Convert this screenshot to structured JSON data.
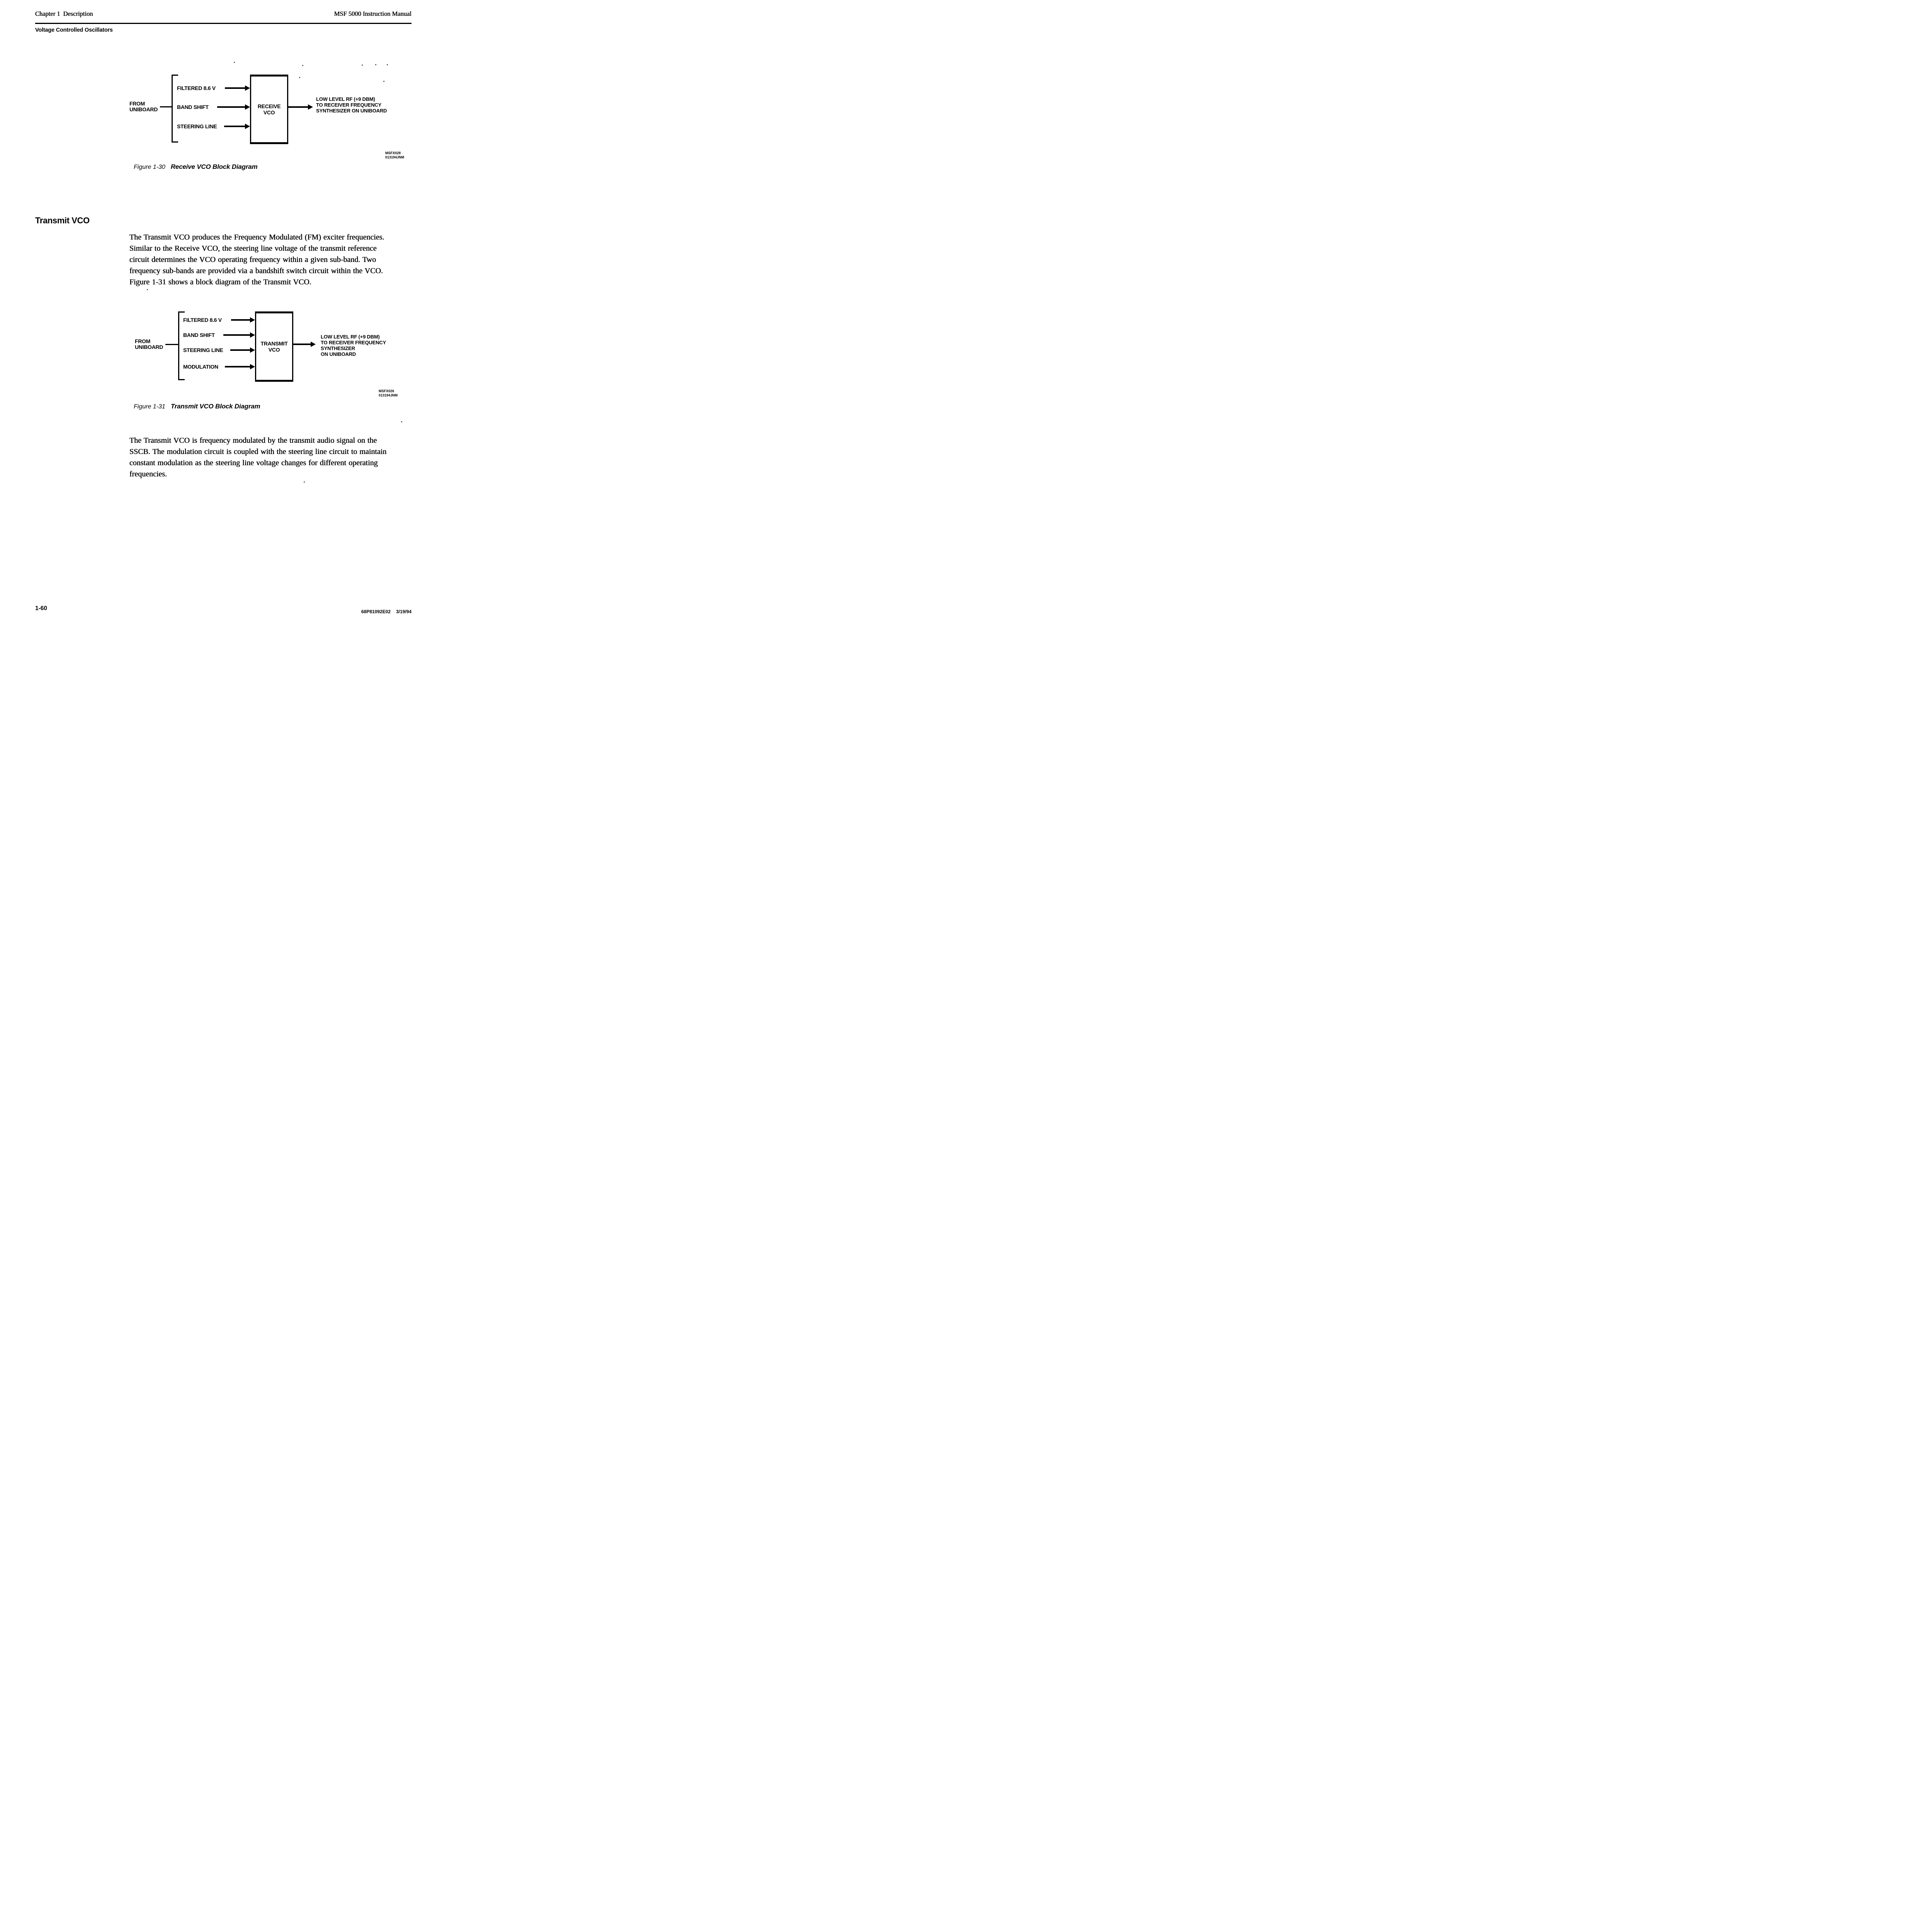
{
  "header": {
    "chapter_label": "Chapter 1",
    "chapter_title": "Description",
    "manual_title": "MSF 5000 Instruction Manual",
    "section": "Voltage Controlled Oscillators"
  },
  "figure30": {
    "source_line1": "FROM",
    "source_line2": "UNIBOARD",
    "inputs": [
      "FILTERED 8.6 V",
      "BAND SHIFT",
      "STEERING LINE"
    ],
    "block_line1": "RECEIVE",
    "block_line2": "VCO",
    "output_lines": [
      "LOW LEVEL RF (+9 DBM)",
      "TO RECEIVER FREQUENCY",
      "SYNTHESIZER ON UNIBOARD"
    ],
    "credit_line1": "MSFX028",
    "credit_line2": "013194JNM",
    "caption_number": "Figure 1-30",
    "caption_title": "Receive VCO Block Diagram"
  },
  "transmit_section": {
    "heading": "Transmit VCO",
    "para1_lines": [
      "The Transmit VCO produces the Frequency Modulated (FM) exciter frequencies.",
      "Similar to the Receive VCO, the steering line voltage of the transmit reference",
      "circuit determines the VCO operating frequency within a given sub-band. Two",
      "frequency sub-bands are provided via a bandshift switch circuit within the VCO.",
      "Figure 1-31 shows a block diagram of the Transmit VCO."
    ],
    "para2_lines": [
      "The Transmit VCO is frequency modulated by the transmit audio signal on the",
      "SSCB. The modulation circuit is coupled with the steering line circuit to maintain",
      "constant modulation as the steering line voltage changes for different operating",
      "frequencies."
    ]
  },
  "figure31": {
    "source_line1": "FROM",
    "source_line2": "UNIBOARD",
    "inputs": [
      "FILTERED 8.6 V",
      "BAND SHIFT",
      "STEERING LINE",
      "MODULATION"
    ],
    "block_line1": "TRANSMIT",
    "block_line2": "VCO",
    "output_lines": [
      "LOW LEVEL RF (+9 DBM)",
      "TO RECEIVER FREQUENCY",
      "SYNTHESIZER",
      "ON UNIBOARD"
    ],
    "credit_line1": "MSFX026",
    "credit_line2": "013194JNM",
    "caption_number": "Figure 1-31",
    "caption_title": "Transmit VCO Block Diagram"
  },
  "footer": {
    "page_number": "1-60",
    "doc_number": "68P81092E02",
    "date": "3/19/94"
  }
}
